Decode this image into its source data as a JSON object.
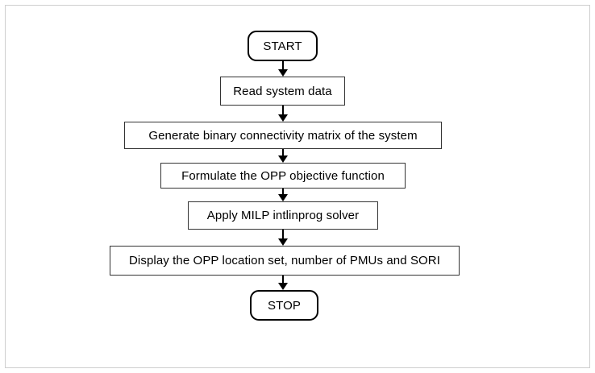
{
  "diagram": {
    "title": "OPP MILP solution flowchart",
    "type": "flowchart",
    "orientation": "top-to-bottom",
    "colors": {
      "frame_border": "#cfcfcf",
      "process_border": "#333333",
      "terminator_border": "#000000",
      "text": "#000000",
      "background": "#ffffff",
      "arrow": "#000000"
    },
    "nodes": [
      {
        "id": "start",
        "shape": "terminator",
        "label": "START"
      },
      {
        "id": "read",
        "shape": "process",
        "label": "Read system data"
      },
      {
        "id": "generate",
        "shape": "process",
        "label": "Generate binary connectivity matrix of the system"
      },
      {
        "id": "formulate",
        "shape": "process",
        "label": "Formulate the OPP objective function"
      },
      {
        "id": "apply",
        "shape": "process",
        "label": "Apply MILP intlinprog solver"
      },
      {
        "id": "display",
        "shape": "process",
        "label": "Display the OPP location set, number of PMUs and SORI"
      },
      {
        "id": "stop",
        "shape": "terminator",
        "label": "STOP"
      }
    ],
    "edges": [
      {
        "from": "start",
        "to": "read",
        "arrow": "down-arrow"
      },
      {
        "from": "read",
        "to": "generate",
        "arrow": "down-arrow"
      },
      {
        "from": "generate",
        "to": "formulate",
        "arrow": "down-arrow"
      },
      {
        "from": "formulate",
        "to": "apply",
        "arrow": "down-arrow"
      },
      {
        "from": "apply",
        "to": "display",
        "arrow": "down-arrow"
      },
      {
        "from": "display",
        "to": "stop",
        "arrow": "down-arrow"
      }
    ]
  }
}
